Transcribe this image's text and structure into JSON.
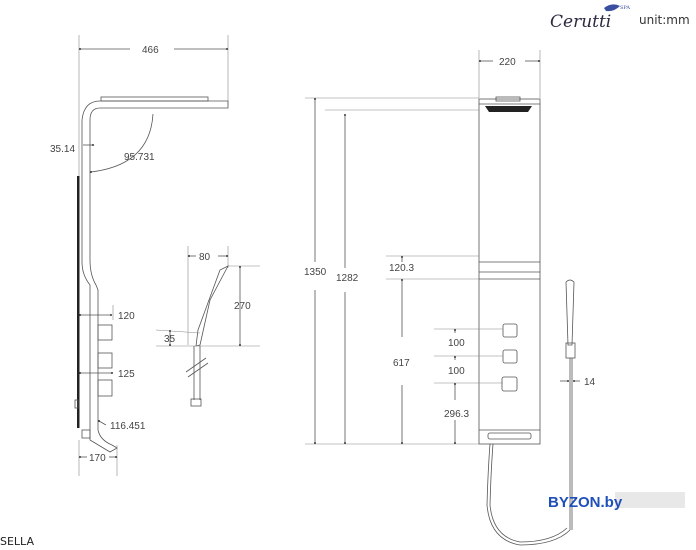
{
  "logo": {
    "brand": "Cerutti",
    "sub": "SPA"
  },
  "unit_label": "unit:mm",
  "model_name": "SELLA",
  "watermark": "BYZON.by",
  "side_view": {
    "width_total": "466",
    "offset": "35.14",
    "angle_top": "95.731",
    "knob_depth_1": "120",
    "knob_depth_2": "125",
    "angle_bottom": "116.451",
    "base_depth": "170"
  },
  "hand_shower": {
    "width": "80",
    "height": "270",
    "holder": "35"
  },
  "front_view": {
    "width": "220",
    "height_total": "1350",
    "height_head": "1282",
    "band": "120.3",
    "knob_zone": "617",
    "knob_gap_1": "100",
    "knob_gap_2": "100",
    "knob_bottom": "296.3",
    "hose_diameter": "14"
  }
}
